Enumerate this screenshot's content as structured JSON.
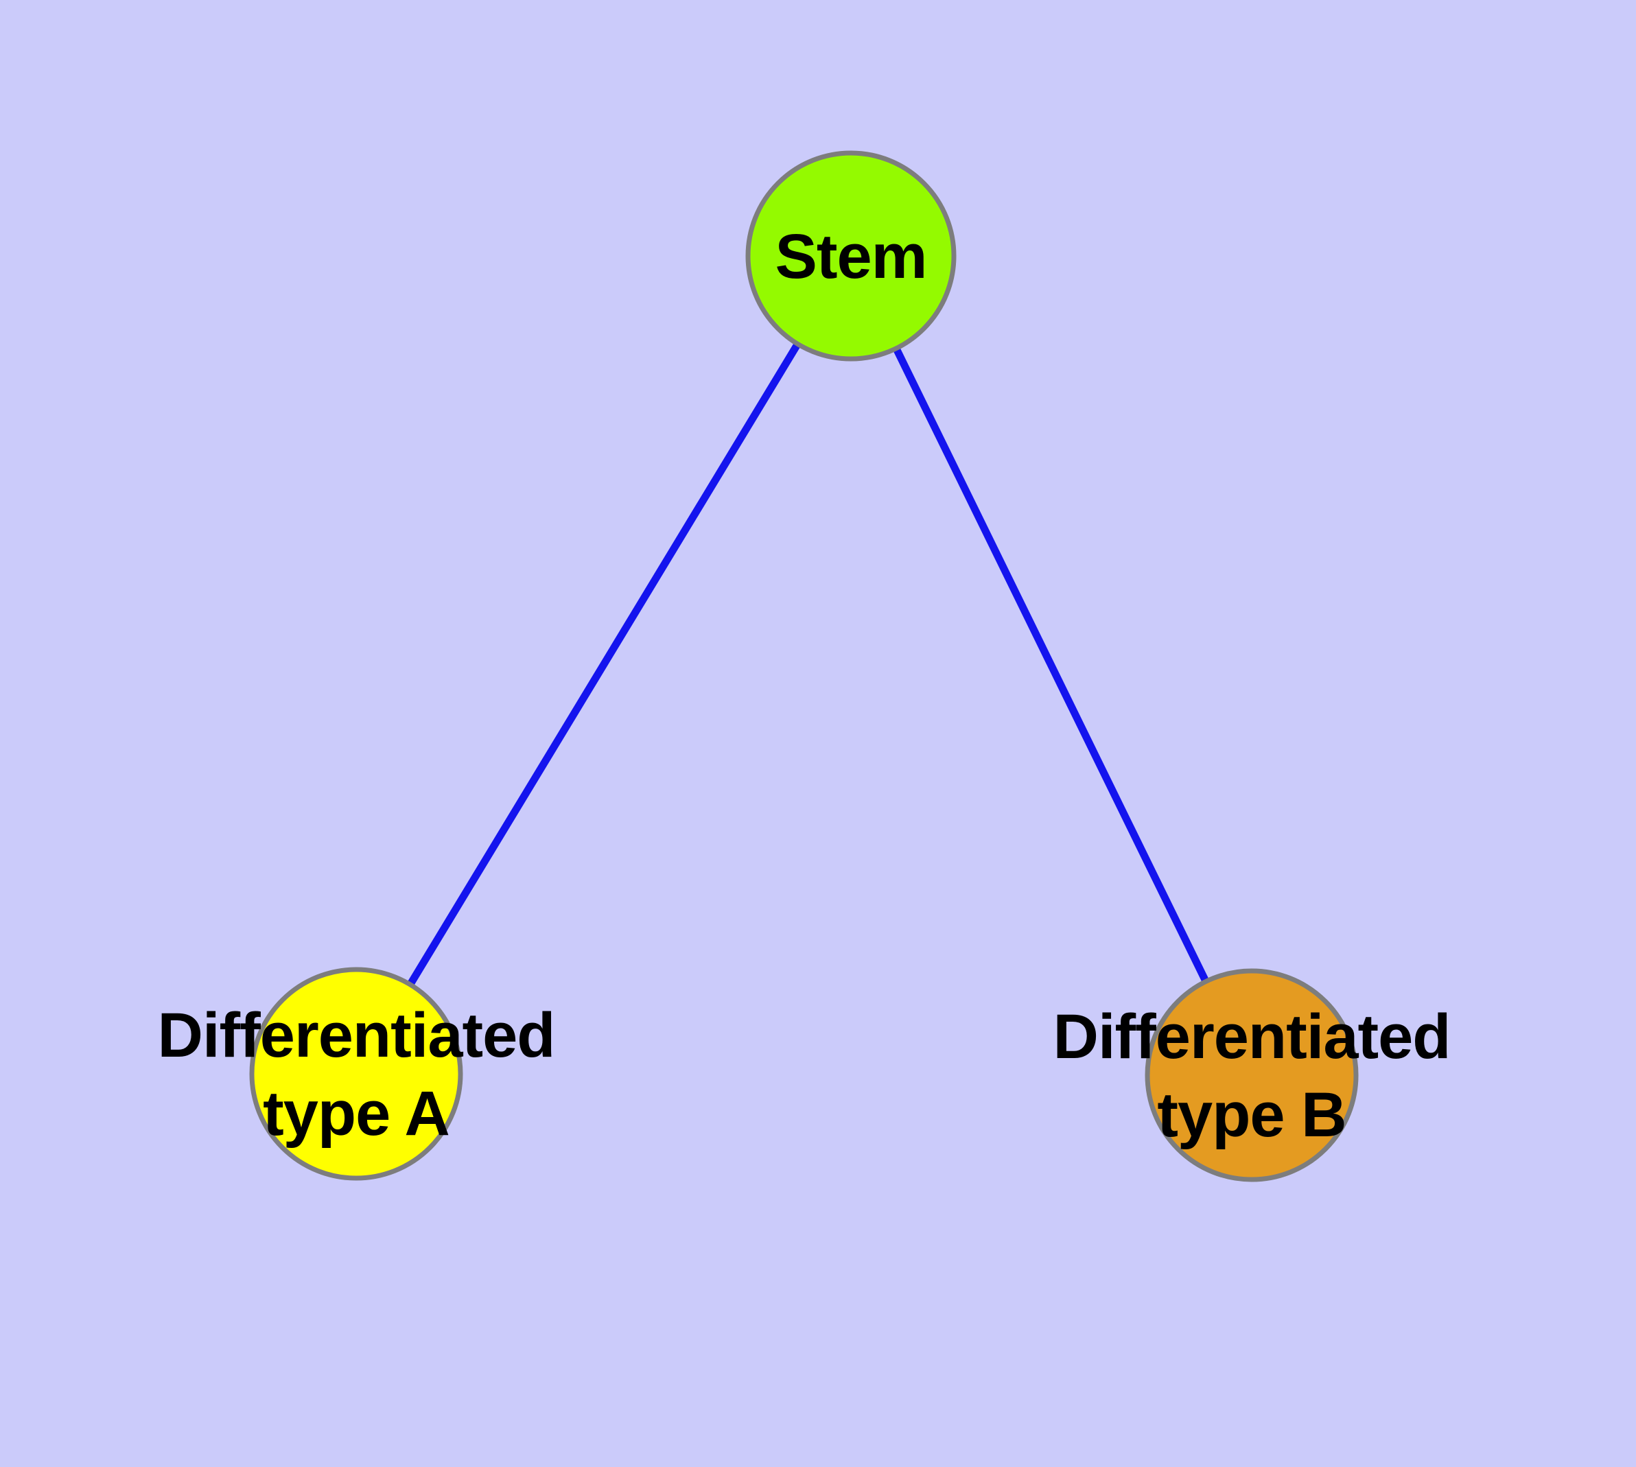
{
  "diagram": {
    "type": "graph",
    "background_color": "#CBCBFA",
    "edge_color": "#1414EE",
    "node_border_color": "#7D7D7D",
    "label_color": "#000000",
    "nodes": [
      {
        "id": "stem",
        "label": "Stem",
        "fill": "#94FA00",
        "shape": "circle"
      },
      {
        "id": "differentiated-type-a",
        "label": "Differentiated type A",
        "label_line1": "Differentiated",
        "label_line2": "type A",
        "fill": "#FFFF00",
        "shape": "circle"
      },
      {
        "id": "differentiated-type-b",
        "label": "Differentiated type B",
        "label_line1": "Differentiated",
        "label_line2": "type B",
        "fill": "#E49B21",
        "shape": "circle"
      }
    ],
    "edges": [
      {
        "from": "Stem",
        "to": "Differentiated type A"
      },
      {
        "from": "Stem",
        "to": "Differentiated type B"
      }
    ]
  }
}
